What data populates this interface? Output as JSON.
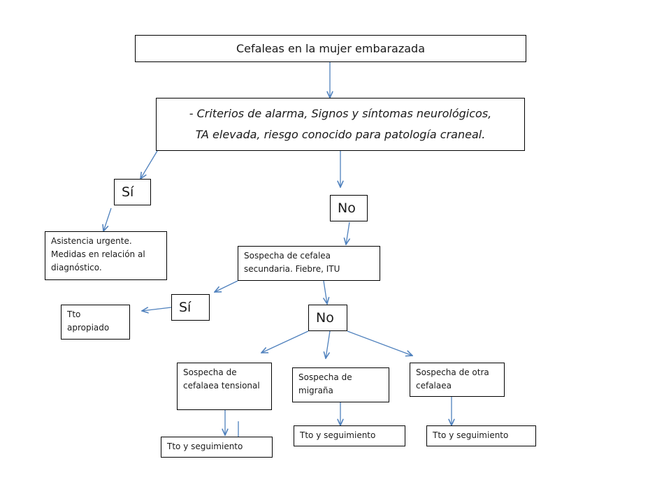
{
  "title": "Cefaleas en la mujer embarazada",
  "criteria": {
    "line1": "- Criterios de alarma, Signos y síntomas neurológicos,",
    "line2": "TA elevada, riesgo conocido para patología craneal."
  },
  "yes1": "Sí",
  "no1": "No",
  "urgent": "Asistencia urgente. Medidas en relación al diagnóstico.",
  "secondary": "Sospecha de cefalea secundaria. Fiebre, ITU",
  "yes2": "Sí",
  "tto_apropiado": "Tto apropiado",
  "no2": "No",
  "tensional": "Sospecha de cefalaea tensional",
  "migrana": "Sospecha de migraña",
  "otra": "Sospecha de otra cefalaea",
  "followup": {
    "tensional": "Tto y seguimiento",
    "migrana": "Tto y seguimiento",
    "otra": "Tto y seguimiento"
  },
  "colors": {
    "arrow": "#4f81bd",
    "border": "#000000"
  }
}
